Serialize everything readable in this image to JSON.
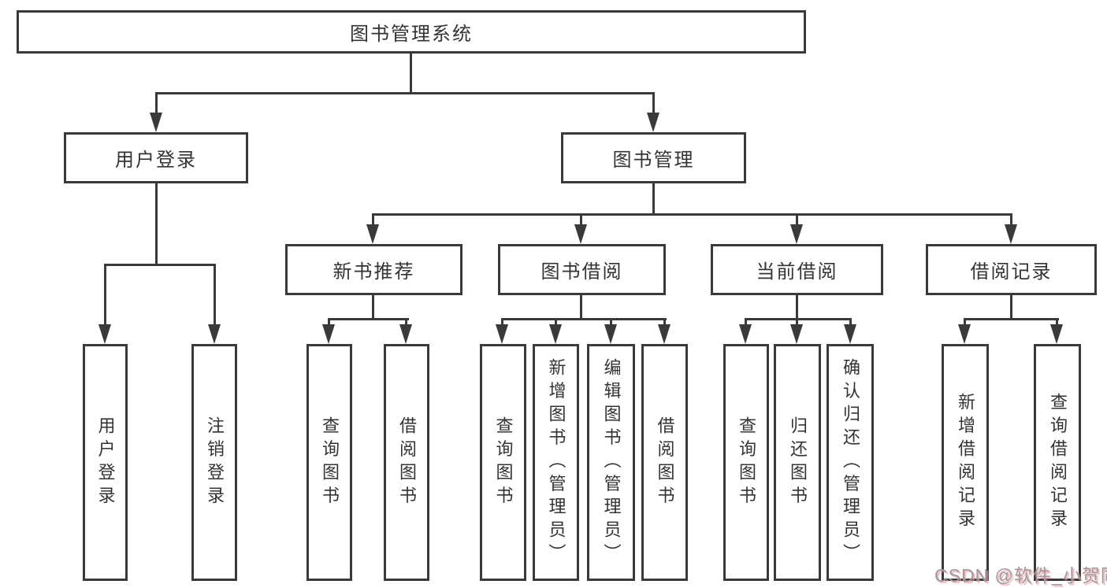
{
  "diagram_title": "图书管理系统",
  "colors": {
    "line": "#3a3a3a",
    "box_background": "#ffffff",
    "watermark_text": "#9b9b9b",
    "watermark_shadow": "#f091a0"
  },
  "tree": {
    "label": "图书管理系统",
    "children": [
      {
        "label": "用户登录",
        "children": [
          {
            "label": "用户登录"
          },
          {
            "label": "注销登录"
          }
        ]
      },
      {
        "label": "图书管理",
        "children": [
          {
            "label": "新书推荐",
            "children": [
              {
                "label": "查询图书"
              },
              {
                "label": "借阅图书"
              }
            ]
          },
          {
            "label": "图书借阅",
            "children": [
              {
                "label": "查询图书"
              },
              {
                "label": "新增图书（管理员）"
              },
              {
                "label": "编辑图书（管理员）"
              },
              {
                "label": "借阅图书"
              }
            ]
          },
          {
            "label": "当前借阅",
            "children": [
              {
                "label": "查询图书"
              },
              {
                "label": "归还图书"
              },
              {
                "label": "确认归还（管理员）"
              }
            ]
          },
          {
            "label": "借阅记录",
            "children": [
              {
                "label": "新增借阅记录"
              },
              {
                "label": "查询借阅记录"
              }
            ]
          }
        ]
      }
    ]
  },
  "watermark": {
    "text": "CSDN @软件_小贺同学"
  }
}
